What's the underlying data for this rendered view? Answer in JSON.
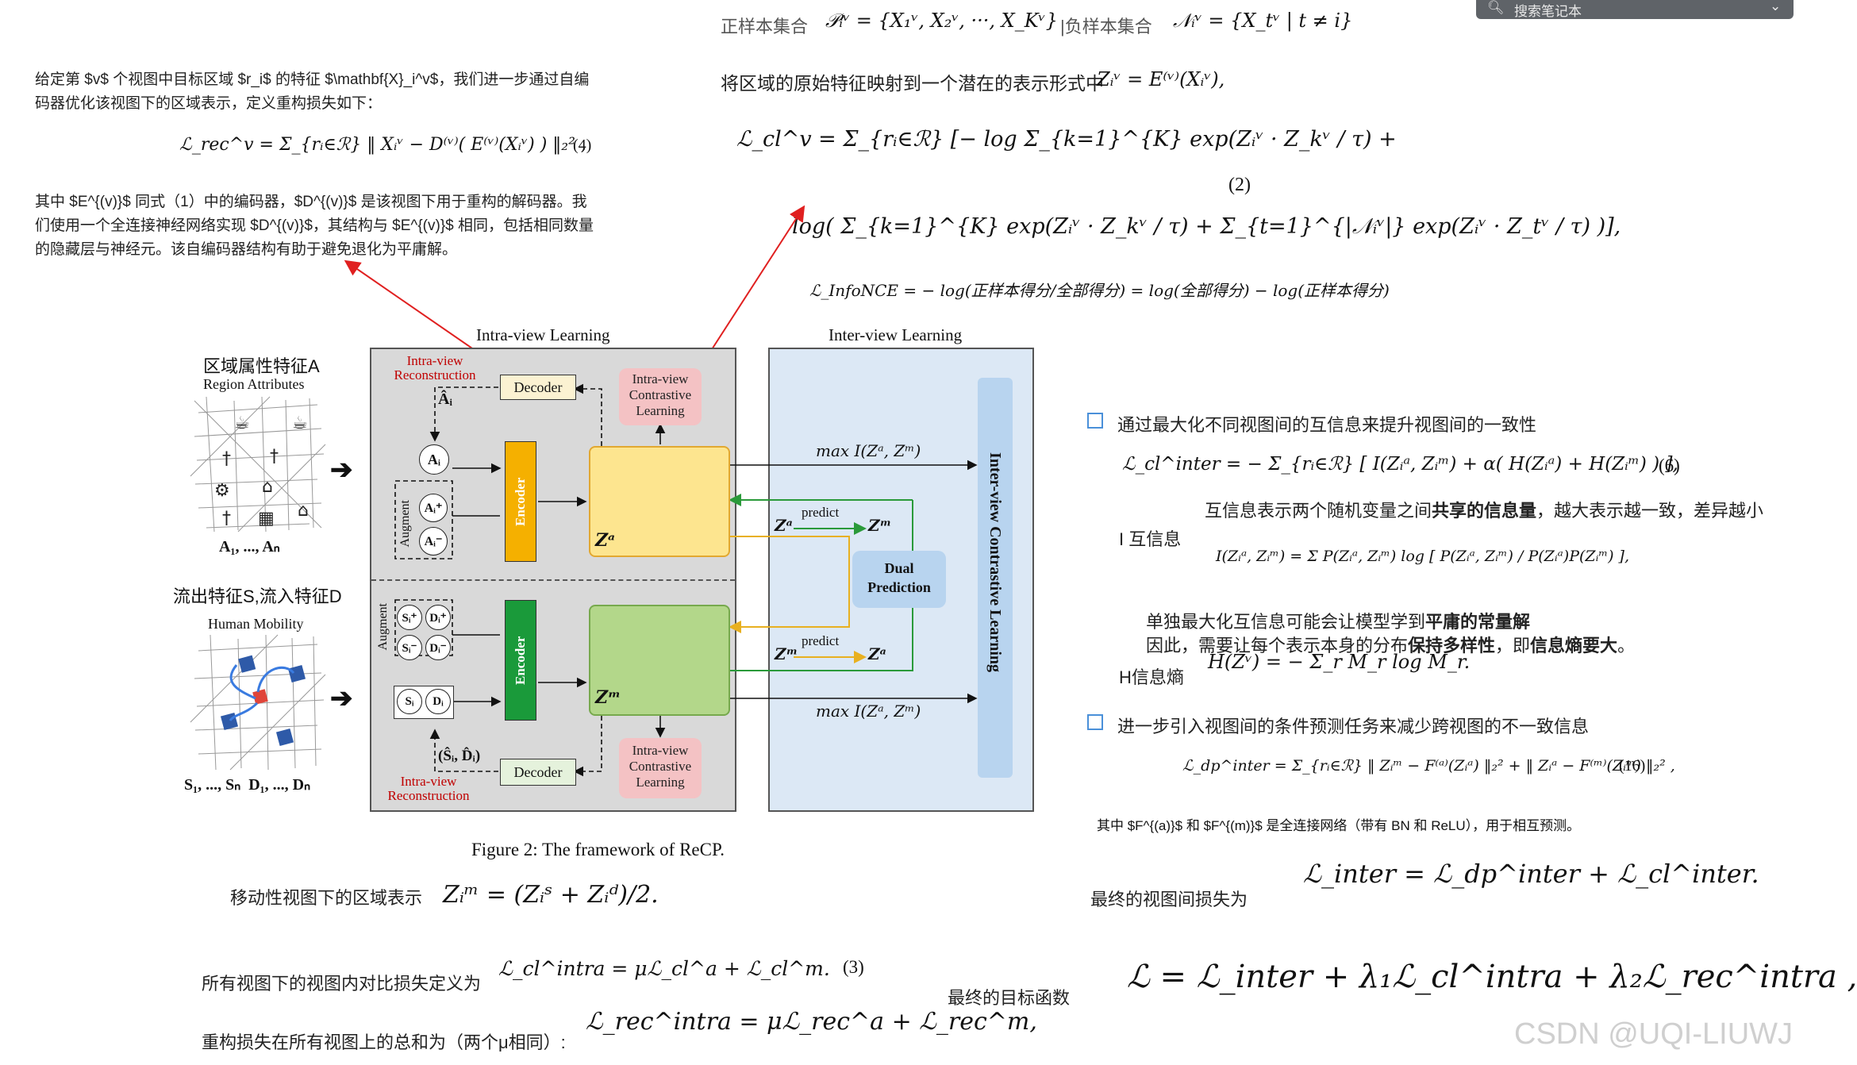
{
  "search": {
    "placeholder": "搜索笔记本"
  },
  "top": {
    "pos_neg_label_a": "正样本集合",
    "pos_neg_formula_a": "𝒫ᵢᵛ = {X₁ᵛ, X₂ᵛ, ···, X_Kᵛ}",
    "pos_neg_label_b": "|负样本集合",
    "pos_neg_formula_b": "𝒩ᵢᵛ = {X_tᵛ | t ≠ i}",
    "map_text": "将区域的原始特征映射到一个潜在的表示形式中",
    "map_formula": "Zᵢᵛ = E⁽ᵛ⁾(Xᵢᵛ),",
    "lcl_line1": "ℒ_cl^v = Σ_{rᵢ∈ℛ} [− log Σ_{k=1}^{K} exp(Zᵢᵛ · Z_kᵛ / τ) +",
    "lcl_line2": "log( Σ_{k=1}^{K} exp(Zᵢᵛ · Z_kᵛ / τ) + Σ_{t=1}^{|𝒩ᵢᵛ|} exp(Zᵢᵛ · Z_tᵛ / τ) )],",
    "eq2": "(2)",
    "infonce": "ℒ_InfoNCE = − log(正样本得分/全部得分) = log(全部得分) − log(正样本得分)"
  },
  "left_note": {
    "p1": "给定第 $v$ 个视图中目标区域 $r_i$ 的特征 $\\mathbf{X}_i^v$，我们进一步通过自编码器优化该视图下的区域表示，定义重构损失如下：",
    "rec_formula": "ℒ_rec^v = Σ_{rᵢ∈ℛ} ‖ Xᵢᵛ − D⁽ᵛ⁾( E⁽ᵛ⁾(Xᵢᵛ) ) ‖₂² ,",
    "eq4": "(4)",
    "p2": "其中 $E^{(v)}$ 同式（1）中的编码器，$D^{(v)}$ 是该视图下用于重构的解码器。我们使用一个全连接神经网络实现 $D^{(v)}$，其结构与 $E^{(v)}$ 相同，包括相同数量的隐藏层与神经元。该自编码器结构有助于避免退化为平庸解。"
  },
  "framework": {
    "intra_header": "Intra-view  Learning",
    "inter_header": "Inter-view  Learning",
    "region_attr_cn": "区域属性特征A",
    "region_attr_en": "Region Attributes",
    "region_attr_seq": "A₁, ..., Aₙ",
    "mobility_cn": "流出特征S,流入特征D",
    "mobility_en": "Human Mobility",
    "mobility_seq": "S₁, ..., Sₙ  D₁, ..., Dₙ",
    "intra_rec": "Intra-view Reconstruction",
    "decoder": "Decoder",
    "a_hat": "Âᵢ",
    "a_i": "Aᵢ",
    "a_plus": "Aᵢ⁺",
    "a_minus": "Aᵢ⁻",
    "augment": "Augment",
    "encoder": "Encoder",
    "icl": "Intra-view Contrastive Learning",
    "za": "Zᵃ",
    "zm": "Zᵐ",
    "max_mi": "max I(Zᵃ, Zᵐ)",
    "predict": "predict",
    "za_to_zm_left": "Zᵃ",
    "za_to_zm_right": "Zᵐ",
    "zm_to_za_left": "Zᵐ",
    "zm_to_za_right": "Zᵃ",
    "dual": "Dual Prediction",
    "inter_vertical": "Inter-view Contrastive Learning",
    "s_plus": "Sᵢ⁺",
    "d_plus": "Dᵢ⁺",
    "s_minus": "Sᵢ⁻",
    "d_minus": "Dᵢ⁻",
    "s_i": "Sᵢ",
    "d_i": "Dᵢ",
    "sd_hat": "(Ŝᵢ, D̂ᵢ)",
    "caption": "Figure 2: The framework of ReCP."
  },
  "bottom_left": {
    "mob_text": "移动性视图下的区域表示",
    "mob_formula": "Zᵢᵐ = (Zᵢˢ + Zᵢᵈ)/2.",
    "intra_text": "所有视图下的视图内对比损失定义为",
    "intra_formula": "ℒ_cl^intra = μℒ_cl^a + ℒ_cl^m.",
    "eq3": "(3)",
    "rec_text": "重构损失在所有视图上的总和为（两个μ相同）:",
    "rec_formula": "ℒ_rec^intra = μℒ_rec^a + ℒ_rec^m,"
  },
  "right": {
    "bullet1": "通过最大化不同视图间的互信息来提升视图间的一致性",
    "cl_inter": "ℒ_cl^inter = − Σ_{rᵢ∈ℛ} [ I(Zᵢᵃ, Zᵢᵐ) + α( H(Zᵢᵃ) + H(Zᵢᵐ) ) ],",
    "eq6": "(6)",
    "mi_desc_a": "互信息表示两个随机变量之间",
    "mi_desc_b": "共享的信息量",
    "mi_desc_c": "，越大表示越一致，差异越小",
    "mi_label": "I 互信息",
    "mi_formula": "I(Zᵢᵃ, Zᵢᵐ) = Σ P(Zᵢᵃ, Zᵢᵐ) log [ P(Zᵢᵃ, Zᵢᵐ) / P(Zᵢᵃ)P(Zᵢᵐ) ],",
    "trivial_a": "单独最大化互信息可能会让模型学到",
    "trivial_b": "平庸的常量解",
    "diverse_a": "因此，需要让每个表示本身的分布",
    "diverse_b": "保持多样性",
    "diverse_c": "，即",
    "diverse_d": "信息熵要大",
    "diverse_e": "。",
    "h_label": "H信息熵",
    "h_formula": "H(Zᵛ) = − Σ_r M_r log M_r.",
    "bullet2": "进一步引入视图间的条件预测任务来减少跨视图的不一致信息",
    "dp_formula": "ℒ_dp^inter = Σ_{rᵢ∈ℛ} ‖ Zᵢᵐ − F⁽ᵃ⁾(Zᵢᵃ) ‖₂² + ‖ Zᵢᵃ − F⁽ᵐ⁾(Zᵢᵐ) ‖₂² ,",
    "eq16": "(16)",
    "fc_note": "其中 $F^{(a)}$ 和 $F^{(m)}$ 是全连接网络（带有 BN 和 ReLU），用于相互预测。",
    "final_inter_text": "最终的视图间损失为",
    "final_inter_formula": "ℒ_inter = ℒ_dp^inter + ℒ_cl^inter.",
    "final_obj_text": "最终的目标函数",
    "final_obj_formula": "ℒ = ℒ_inter + λ₁ℒ_cl^intra + λ₂ℒ_rec^intra ,"
  },
  "watermark": "CSDN @UQI-LIUWJ"
}
